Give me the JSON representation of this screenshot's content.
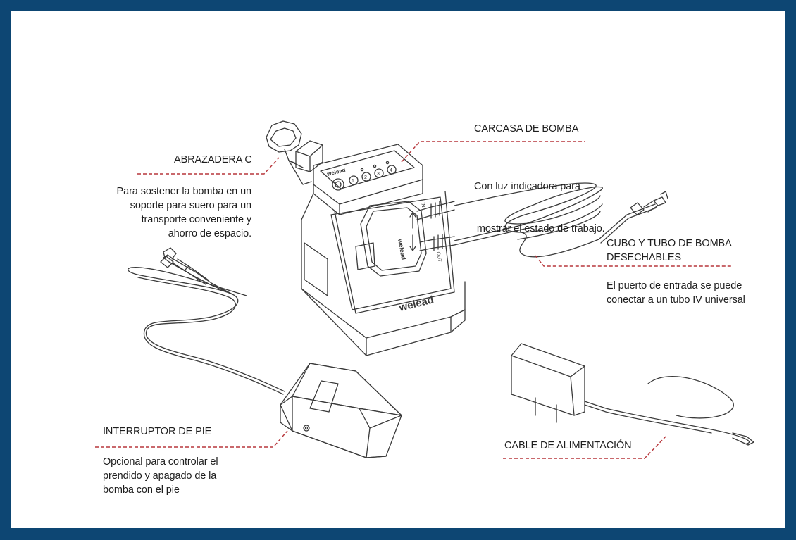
{
  "colors": {
    "border": "#0d4673",
    "background": "#ffffff",
    "leader_line": "#b7363b",
    "drawing": "#3a3a3a"
  },
  "device": {
    "brand": "welead",
    "port_in_label": "IN",
    "port_out_label": "OUT",
    "buttons": [
      "1",
      "2",
      "3",
      "4"
    ]
  },
  "callouts": {
    "abrazadera": {
      "title": "ABRAZADERA C",
      "description": [
        "Para sostener la bomba en un",
        "soporte para suero para un",
        "transporte conveniente y",
        "ahorro de espacio."
      ]
    },
    "carcasa": {
      "title": "CARCASA DE BOMBA",
      "description": [
        "Con luz indicadora para",
        " mostrar el estado de trabajo."
      ]
    },
    "cubo": {
      "title": [
        "CUBO Y TUBO DE BOMBA",
        "DESECHABLES"
      ],
      "description": [
        "El puerto de entrada se puede",
        "conectar a un tubo IV universal"
      ]
    },
    "interruptor": {
      "title": "INTERRUPTOR DE PIE",
      "description": [
        "Opcional para controlar el",
        "prendido y apagado de la",
        "bomba con el pie"
      ]
    },
    "cable": {
      "title": "CABLE DE ALIMENTACIÓN"
    }
  }
}
